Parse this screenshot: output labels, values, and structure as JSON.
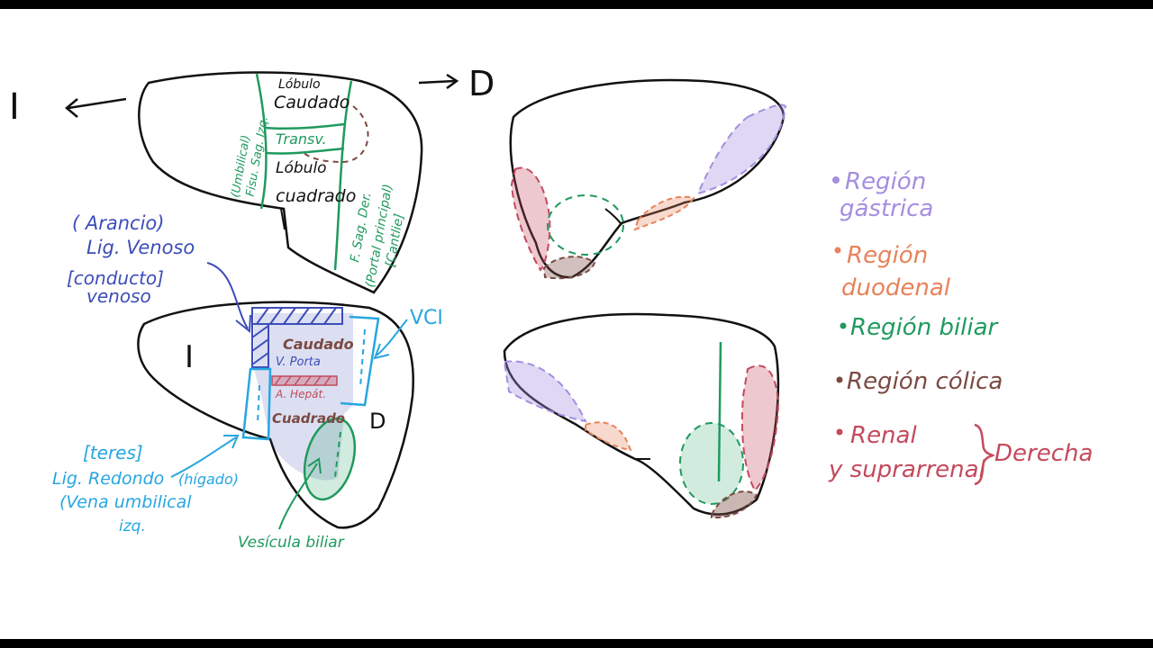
{
  "direction": {
    "left_letter": "I",
    "right_letter": "D"
  },
  "top_left_lobe": {
    "caudado_l1": "Lóbulo",
    "caudado_l2": "Caudado",
    "transv": "Transv.",
    "cuadrado_l1": "Lóbulo",
    "cuadrado_l2": "cuadrado",
    "fissure_left_l1": "(Umbilical)",
    "fissure_left_l2": "Fisu. Sag. Izq.",
    "fissure_right_l1": "F. Sag. Der.",
    "fissure_right_l2": "(Portal principal)",
    "fissure_right_l3": "[Cantlie]"
  },
  "bottom_left_lobe": {
    "left_letter": "I",
    "right_letter": "D",
    "caudado": "Caudado",
    "v_porta": "V. Porta",
    "a_hepatica": "A. Hepát.",
    "cuadrado": "Cuadrado",
    "vci": "VCI",
    "arancio": "( Arancio)",
    "lig_venoso": "Lig. Venoso",
    "conducto_l1": "[conducto]",
    "conducto_l2": "venoso",
    "teres": "[teres]",
    "lig_redondo": "Lig. Redondo",
    "higado": "(hígado)",
    "vena_umbilical": "(Vena umbilical",
    "izq": "izq.",
    "vesicula": "Vesícula biliar"
  },
  "legend": {
    "gastrica_l1": "Región",
    "gastrica_l2": "gástrica",
    "duodenal_l1": "Región",
    "duodenal_l2": "duodenal",
    "biliar": "Región biliar",
    "colica": "Región cólica",
    "renal_l1": "Renal",
    "renal_l2": "y suprarrenal",
    "derecha": "Derecha"
  },
  "colors": {
    "purple": "#a48ee0",
    "orange": "#e8825a",
    "green": "#1f9a5e",
    "brown": "#7a4a42",
    "red": "#c44a5c",
    "blue": "#3d4db8",
    "cyan": "#27a6e0",
    "black": "#111111"
  }
}
